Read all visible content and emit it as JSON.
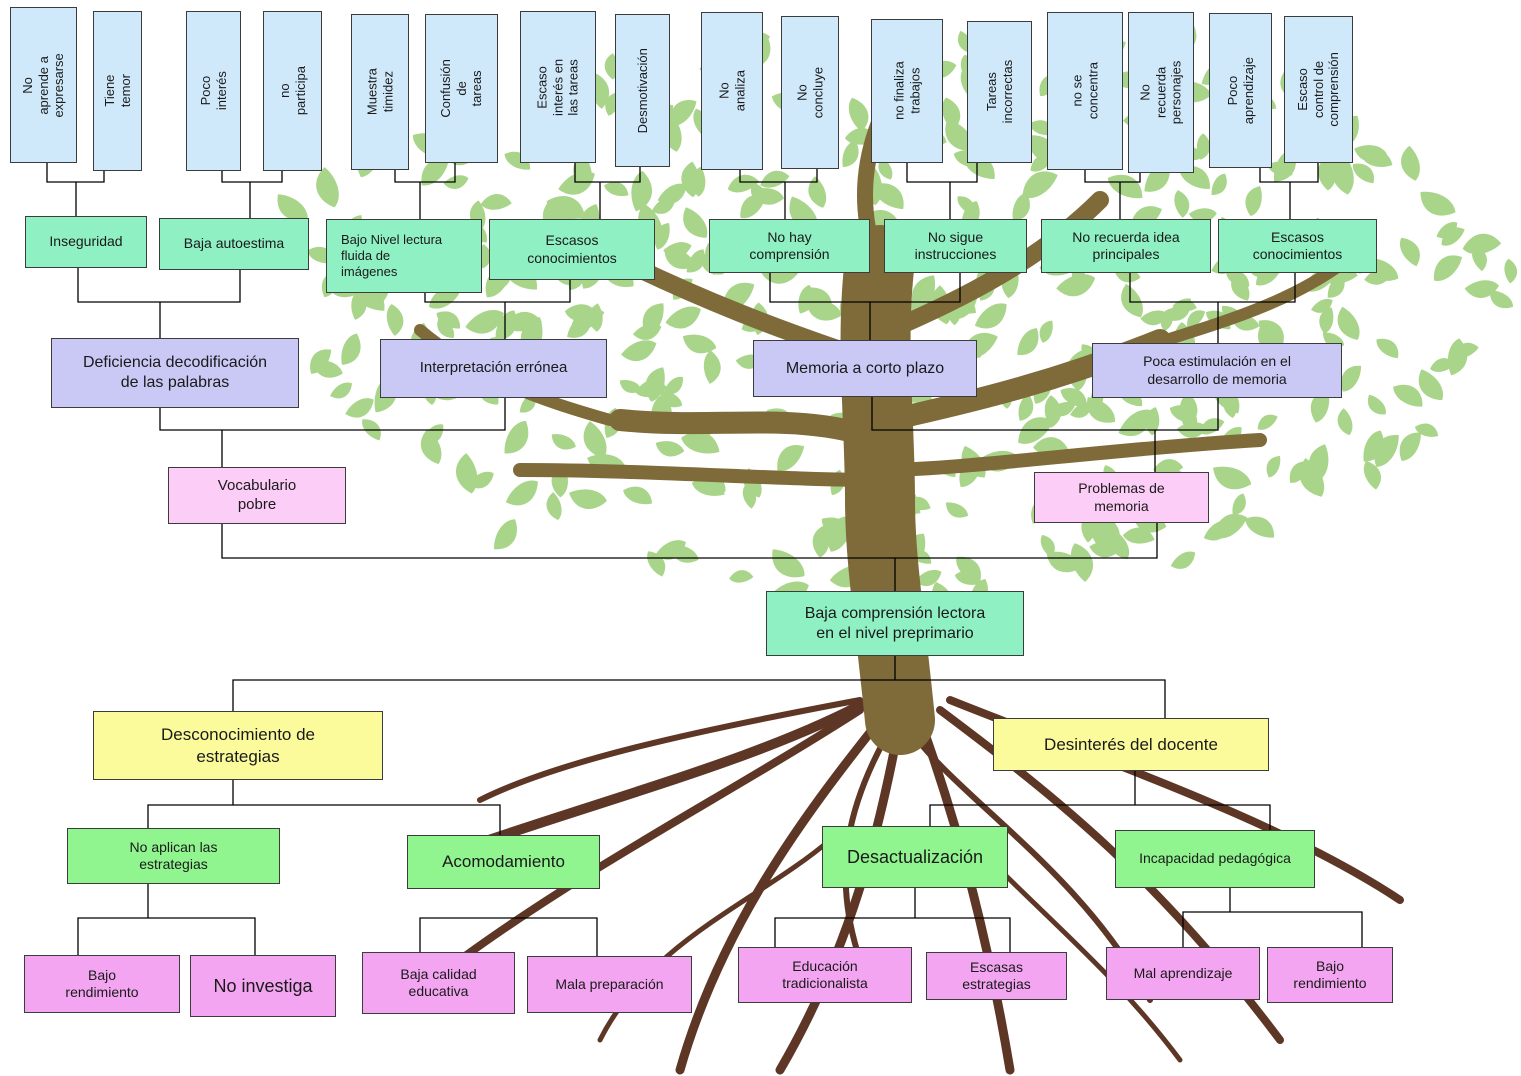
{
  "colors": {
    "effect_box": "#cfe9fb",
    "level1_box": "#8ff0c4",
    "level2_box": "#cac8f5",
    "level3_box": "#fccdf6",
    "central_box": "#8ff0c4",
    "cause_box": "#fcfb9c",
    "subcause_box": "#90f58f",
    "root_box": "#f4a5f1",
    "leaves": "#a9d58a",
    "trunk": "#7f6a3a",
    "roots": "#5e3626"
  },
  "effects": [
    "No aprende a\nexpresarse",
    "Tiene temor",
    "Poco interés",
    "no participa",
    "Muestra timidez",
    "Confusión de\ntareas",
    "Escaso interés en\nlas tareas",
    "Desmotivación",
    "No analiza",
    "No concluye",
    "no finaliza\ntrabajos",
    "Tareas incorrectas",
    "no se concentra",
    "No recuerda\npersonajes",
    "Poco aprendizaje",
    "Escaso control de\ncomprensión"
  ],
  "level1": [
    "Inseguridad",
    "Baja autoestima",
    "Bajo Nivel lectura\nfluida de\nimágenes",
    "Escasos\nconocimientos",
    "No hay\ncomprensión",
    "No sigue\ninstrucciones",
    "No recuerda idea\nprincipales",
    "Escasos\nconocimientos"
  ],
  "level2": [
    "Deficiencia decodificación\nde las palabras",
    "Interpretación errónea",
    "Memoria a corto plazo",
    "Poca estimulación en el\ndesarrollo de memoria"
  ],
  "level3": [
    "Vocabulario\npobre",
    "Problemas de\nmemoria"
  ],
  "central": "Baja comprensión lectora\nen el nivel preprimario",
  "causes": [
    "Desconocimiento de\nestrategias",
    "Desinterés del docente"
  ],
  "subcauses": [
    "No aplican las\nestrategias",
    "Acomodamiento",
    "Desactualización",
    "Incapacidad pedagógica"
  ],
  "roots": [
    "Bajo\nrendimiento",
    "No investiga",
    "Baja calidad\neducativa",
    "Mala preparación",
    "Educación\ntradicionalista",
    "Escasas\nestrategias",
    "Mal aprendizaje",
    "Bajo\nrendimiento"
  ]
}
